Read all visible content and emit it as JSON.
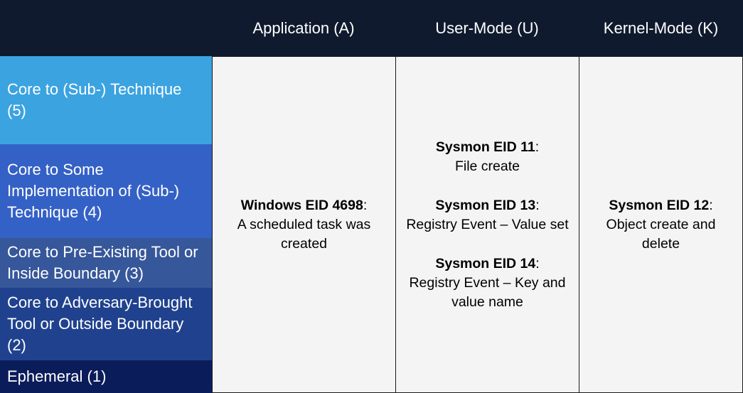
{
  "columns": {
    "application": "Application (A)",
    "user_mode": "User-Mode (U)",
    "kernel_mode": "Kernel-Mode (K)"
  },
  "rows": [
    {
      "label": "Core to (Sub-) Technique (5)",
      "color": "#3ba3e0"
    },
    {
      "label": "Core to Some Implementation of (Sub-) Technique (4)",
      "color": "#3461c6"
    },
    {
      "label": "Core to Pre-Existing Tool or Inside Boundary (3)",
      "color": "#36579a"
    },
    {
      "label": "Core to Adversary-Brought Tool or Outside Boundary (2)",
      "color": "#20428e"
    },
    {
      "label": "Ephemeral (1)",
      "color": "#0b1c5a"
    }
  ],
  "cells": {
    "application": [
      {
        "id": "Windows EID 4698",
        "desc": "A scheduled task was created"
      }
    ],
    "user_mode": [
      {
        "id": "Sysmon EID 11",
        "desc": "File create"
      },
      {
        "id": "Sysmon EID 13",
        "desc": "Registry Event – Value set"
      },
      {
        "id": "Sysmon EID 14",
        "desc": "Registry Event – Key and value name"
      }
    ],
    "kernel_mode": [
      {
        "id": "Sysmon EID 12",
        "desc": "Object create and delete"
      }
    ]
  }
}
